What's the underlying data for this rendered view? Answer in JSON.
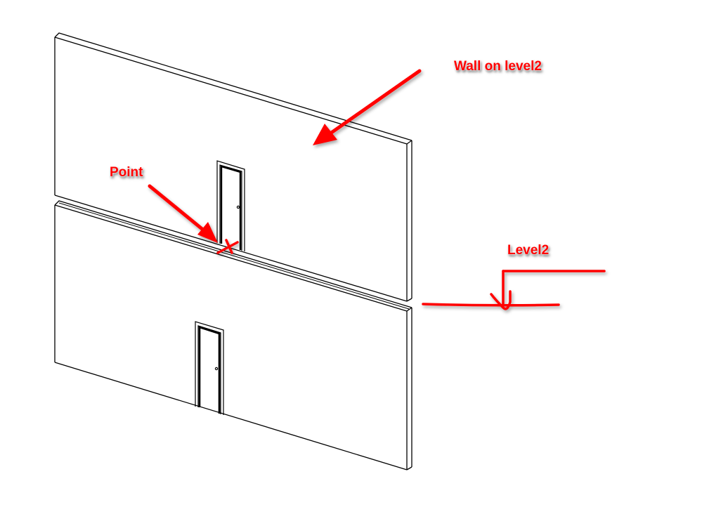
{
  "diagram": {
    "type": "isometric-wall-view",
    "colors": {
      "background": "#ffffff",
      "linework": "#000000",
      "annotation": "#ff0000"
    },
    "walls": [
      {
        "name": "upper-wall",
        "has_door": true
      },
      {
        "name": "lower-wall",
        "has_door": true
      }
    ],
    "annotations": {
      "wall_label": "Wall on level2",
      "point_label": "Point",
      "level_label": "Level2"
    }
  }
}
